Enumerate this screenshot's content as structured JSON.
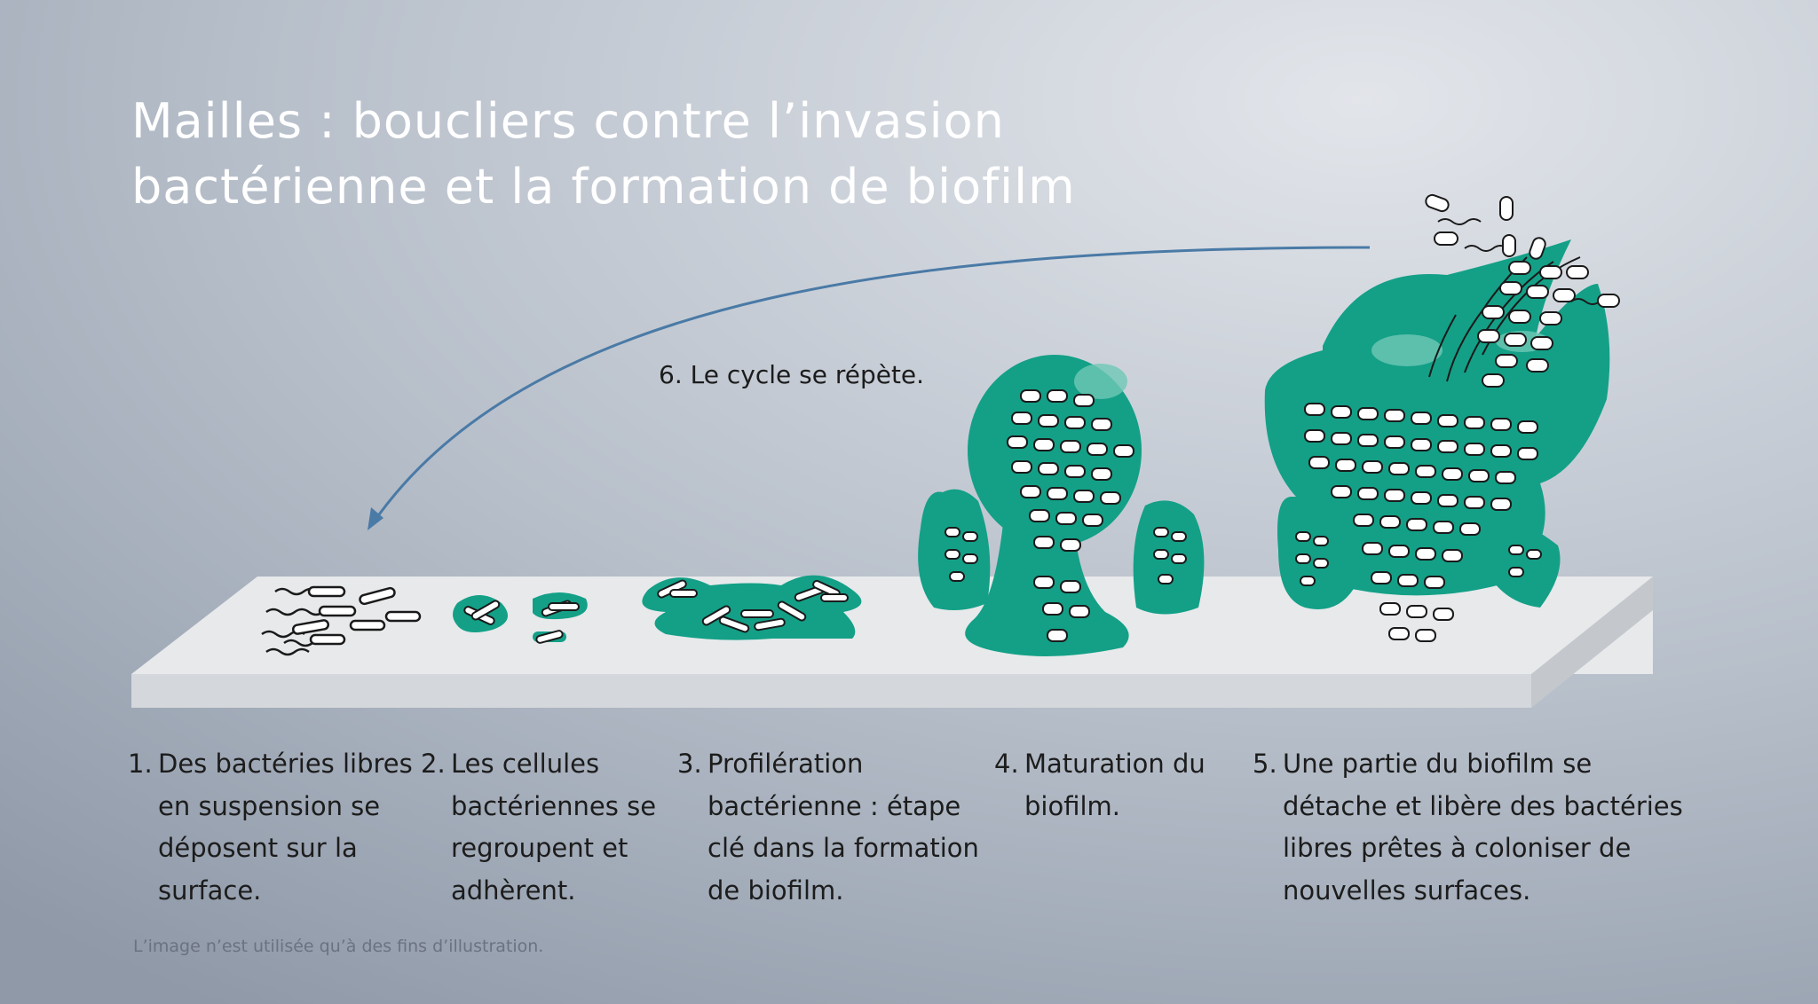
{
  "title": {
    "line1": "Mailles : boucliers contre l’invasion",
    "line2": "bactérienne et la formation de biofilm"
  },
  "cycle_label": "6. Le cycle se répète.",
  "steps": [
    {
      "num": "1.",
      "lines": [
        "Des bactéries libres",
        "en suspension se",
        "déposent sur la",
        "surface."
      ]
    },
    {
      "num": "2.",
      "lines": [
        "Les cellules",
        "bactériennes se",
        "regroupent et",
        "adhèrent."
      ]
    },
    {
      "num": "3.",
      "lines": [
        "Profilération",
        "bactérienne : étape",
        "clé dans la formation",
        "de biofilm."
      ]
    },
    {
      "num": "4.",
      "lines": [
        "Maturation du",
        "biofilm."
      ]
    },
    {
      "num": "5.",
      "lines": [
        "Une partie du biofilm se",
        "détache et libère des bactéries",
        "libres prêtes à coloniser de",
        "nouvelles surfaces."
      ]
    }
  ],
  "disclaimer": "L’image n’est utilisée qu’à des fins d’illustration.",
  "colors": {
    "biofilm": "#13a087",
    "biofilm_light": "#6fc8b5",
    "arrow": "#4a7aa6",
    "surface_top": "#e6e8ea",
    "surface_front": "#d2d5d9"
  }
}
